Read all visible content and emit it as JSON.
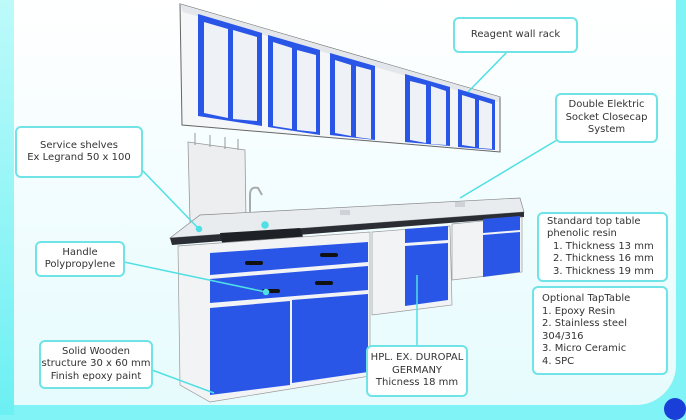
{
  "callouts": {
    "reagent_rack": {
      "lines": [
        "Reagent wall rack"
      ]
    },
    "socket": {
      "lines": [
        "Double Elektric",
        "Socket Closecap",
        "System"
      ]
    },
    "service_shelves": {
      "lines": [
        "Service shelves",
        "Ex Legrand 50 x 100"
      ]
    },
    "handle": {
      "lines": [
        "Handle",
        "Polypropylene"
      ]
    },
    "structure": {
      "lines": [
        "Solid Wooden",
        "structure 30 x 60 mm",
        "Finish epoxy paint"
      ]
    },
    "hpl": {
      "lines": [
        "HPL. EX. DUROPAL",
        "GERMANY",
        "Thicness 18 mm"
      ]
    },
    "top_table": {
      "lines": [
        "Standard top table",
        "phenolic resin",
        "1. Thickness 13 mm",
        "2. Thickness 16 mm",
        "3. Thickness 19 mm"
      ]
    },
    "optional": {
      "lines": [
        "Optional TapTable",
        "1. Epoxy Resin",
        "2. Stainless steel 304/316",
        "3. Micro Ceramic",
        "4. SPC"
      ]
    }
  },
  "colors": {
    "accent": "#6fe3e6",
    "cabinet_blue": "#2a56e8",
    "frame": "#7ff3f5"
  }
}
